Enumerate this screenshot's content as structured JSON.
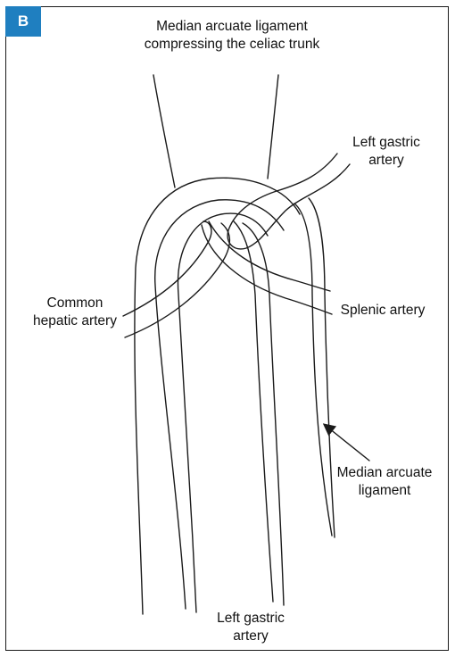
{
  "panel": {
    "letter": "B",
    "badge_color": "#1f7fc0"
  },
  "labels": {
    "top_line1": "Median arcuate ligament",
    "top_line2": "compressing the celiac trunk",
    "left_gastric_top_line1": "Left gastric",
    "left_gastric_top_line2": "artery",
    "common_hepatic_line1": "Common",
    "common_hepatic_line2": "hepatic artery",
    "splenic": "Splenic artery",
    "mal_line1": "Median arcuate",
    "mal_line2": "ligament",
    "left_gastric_bottom_line1": "Left gastric",
    "left_gastric_bottom_line2": "artery"
  },
  "colors": {
    "line": "#1a1a1a",
    "background": "#ffffff"
  }
}
